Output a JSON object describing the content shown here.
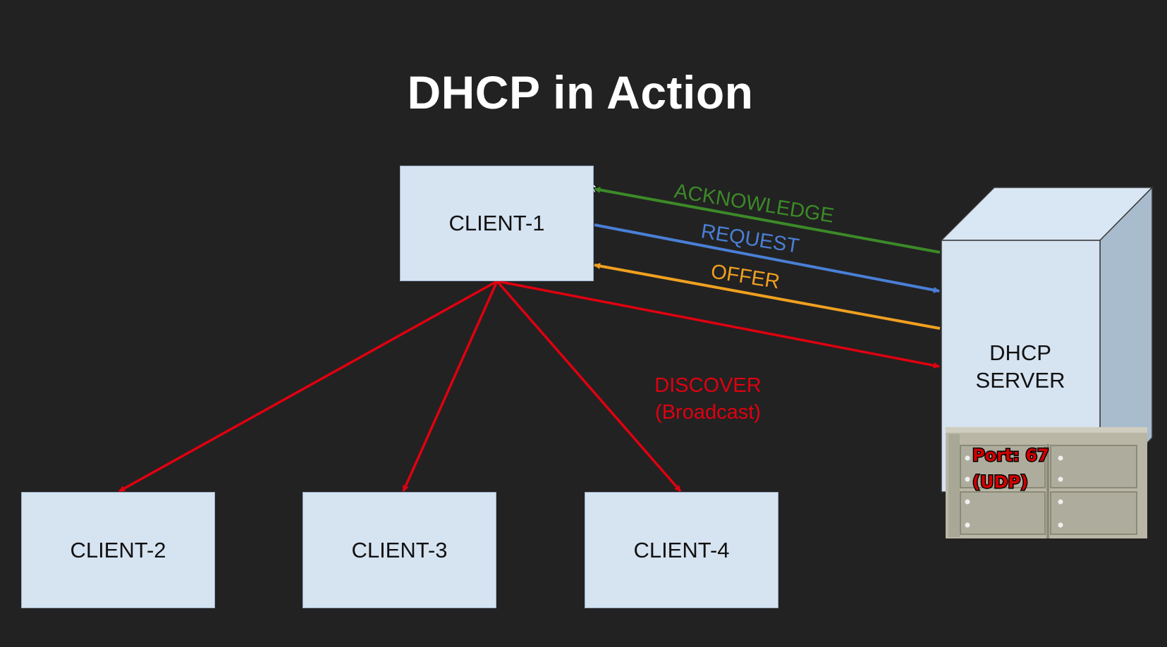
{
  "title": "DHCP in Action",
  "clients": [
    {
      "id": "client-1",
      "label": "CLIENT-1"
    },
    {
      "id": "client-2",
      "label": "CLIENT-2"
    },
    {
      "id": "client-3",
      "label": "CLIENT-3"
    },
    {
      "id": "client-4",
      "label": "CLIENT-4"
    }
  ],
  "server": {
    "line1": "DHCP",
    "line2": "SERVER",
    "port_line1": "Port: 67",
    "port_line2": "(UDP)"
  },
  "messages": {
    "acknowledge": {
      "label": "ACKNOWLEDGE",
      "color": "#3c8a28"
    },
    "request": {
      "label": "REQUEST",
      "color": "#4a7fd6"
    },
    "offer": {
      "label": "OFFER",
      "color": "#f0a020"
    },
    "discover": {
      "label": "DISCOVER",
      "sublabel": "(Broadcast)",
      "color": "#e00010"
    }
  }
}
